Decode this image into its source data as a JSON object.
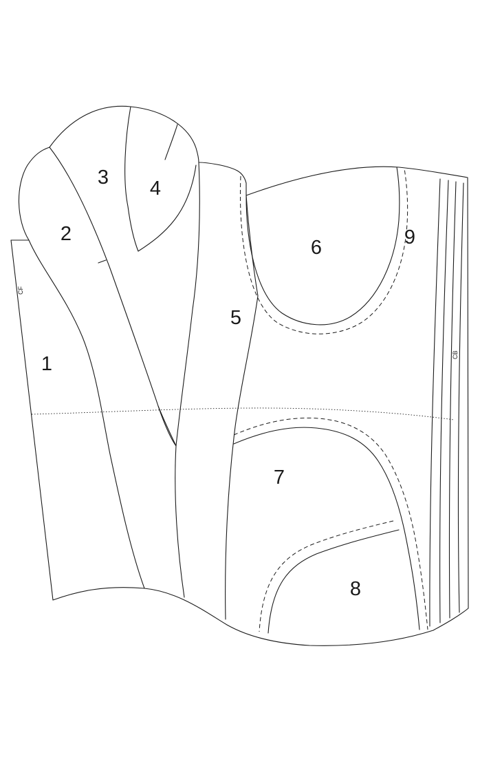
{
  "pieces": [
    {
      "id": "piece-1",
      "label": "1"
    },
    {
      "id": "piece-2",
      "label": "2"
    },
    {
      "id": "piece-3",
      "label": "3"
    },
    {
      "id": "piece-4",
      "label": "4"
    },
    {
      "id": "piece-5",
      "label": "5"
    },
    {
      "id": "piece-6",
      "label": "6"
    },
    {
      "id": "piece-7",
      "label": "7"
    },
    {
      "id": "piece-8",
      "label": "8"
    },
    {
      "id": "piece-9",
      "label": "9"
    }
  ],
  "markers": {
    "center_front": "CF",
    "center_back": "CB"
  }
}
